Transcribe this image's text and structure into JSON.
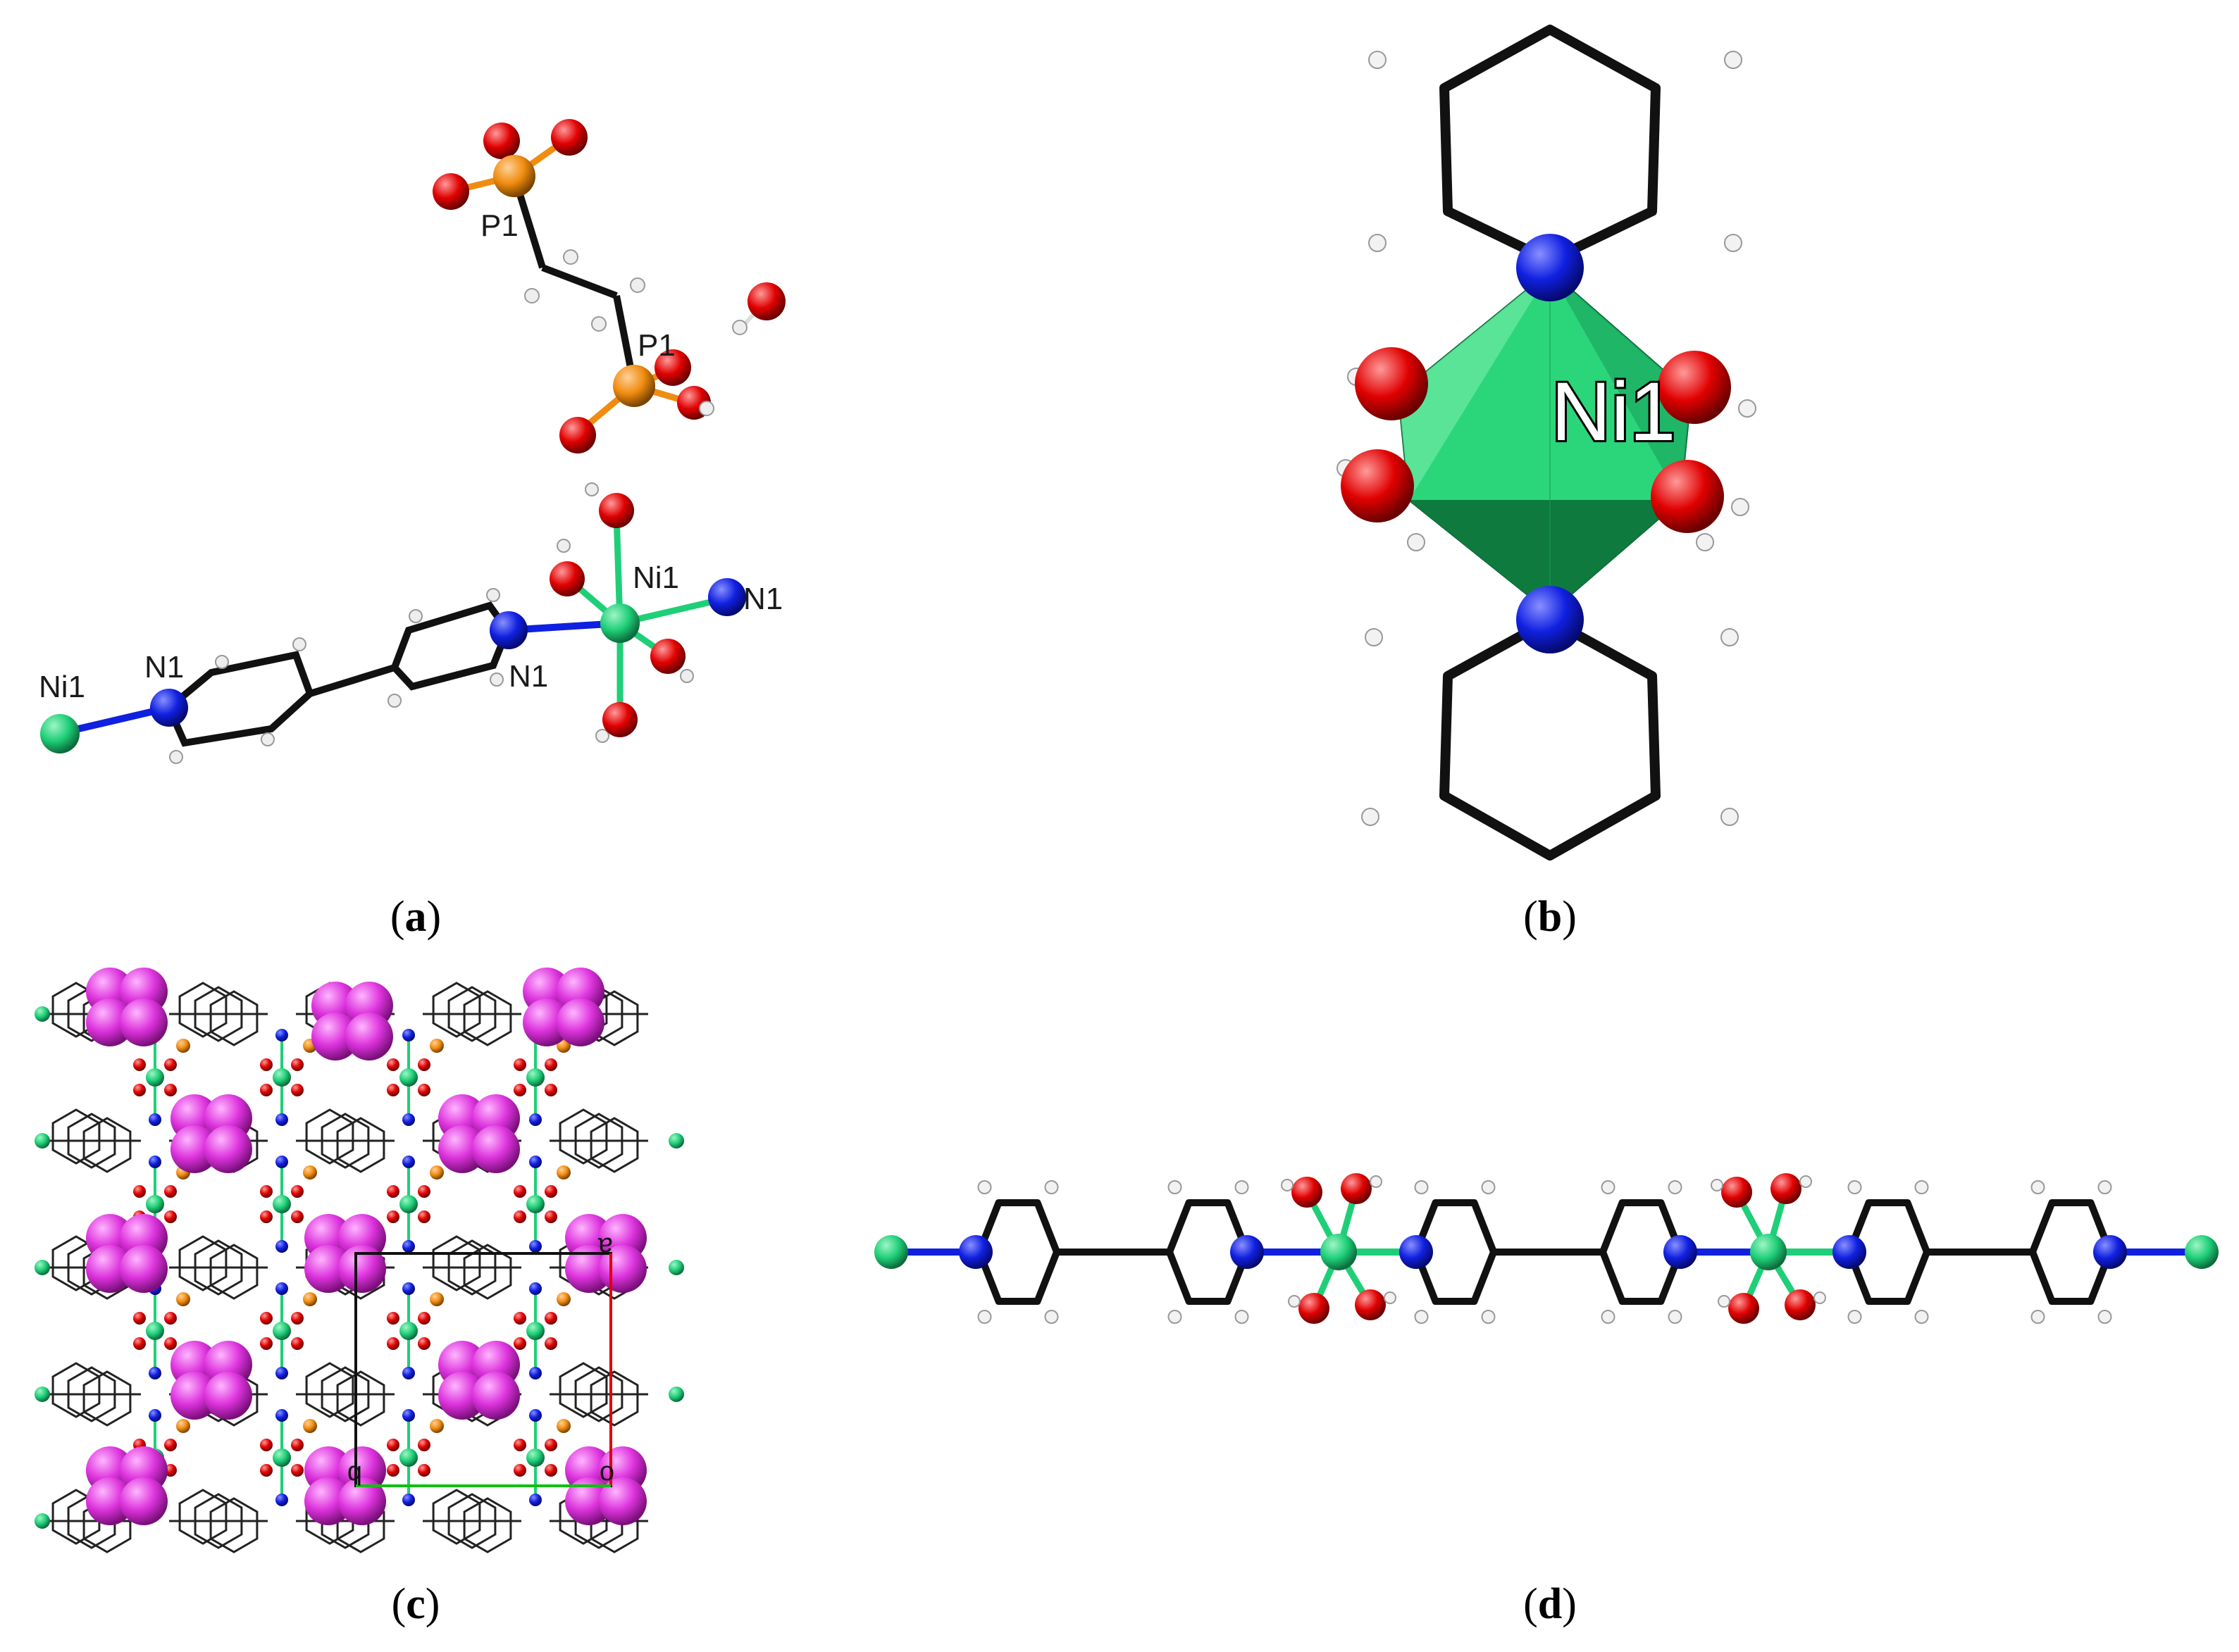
{
  "colors": {
    "nickel": "#1fcf78",
    "nitrogen": "#1020e0",
    "oxygen": "#e00000",
    "phosphorus": "#f08c10",
    "hydrogen": "#f2f2f2",
    "bond": "#111111",
    "void": "#dd33dd",
    "polyhedron": "#2bd67a"
  },
  "panel_a": {
    "labels": [
      "P1",
      "P1",
      "Ni1",
      "N1",
      "N1",
      "N1",
      "Ni1"
    ],
    "caption": "a"
  },
  "panel_b": {
    "center_label": "Ni1",
    "caption": "b"
  },
  "panel_c": {
    "axis_labels": {
      "a": "a",
      "b": "b",
      "o": "o"
    },
    "caption": "c"
  },
  "panel_d": {
    "caption": "d"
  }
}
